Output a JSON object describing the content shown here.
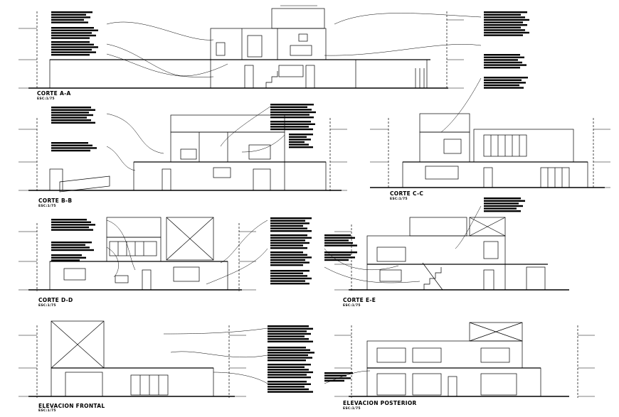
{
  "sheet": {
    "line_color": "#000000",
    "background": "#ffffff",
    "drawings": [
      {
        "id": "corte-a-a",
        "title": "CORTE A-A",
        "scale": "ESC:1/75"
      },
      {
        "id": "corte-b-b",
        "title": "CORTE B-B",
        "scale": "ESC:1/75"
      },
      {
        "id": "corte-c-c",
        "title": "CORTE C-C",
        "scale": "ESC:1/75"
      },
      {
        "id": "corte-d-d",
        "title": "CORTE D-D",
        "scale": "ESC:1/75"
      },
      {
        "id": "corte-e-e",
        "title": "CORTE E-E",
        "scale": "ESC:1/75"
      },
      {
        "id": "elevacion-frontal",
        "title": "ELEVACION FRONTAL",
        "scale": "ESC:1/75"
      },
      {
        "id": "elevacion-posterior",
        "title": "ELEVACION POSTERIOR",
        "scale": "ESC:1/75"
      }
    ]
  }
}
